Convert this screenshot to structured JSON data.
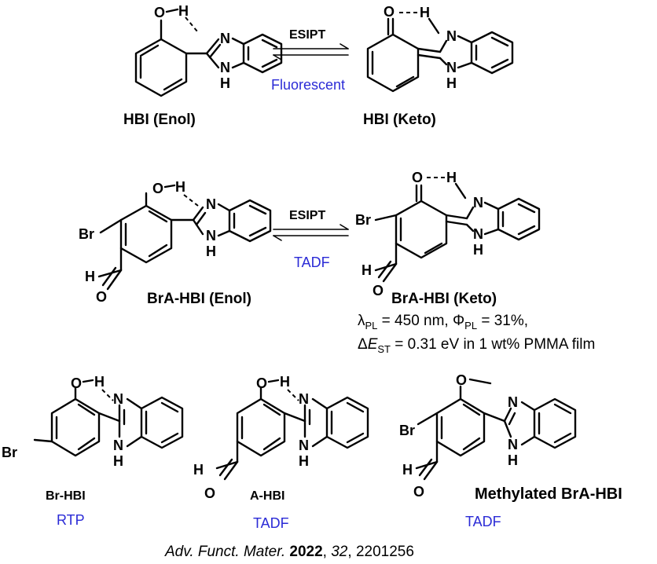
{
  "scheme1": {
    "arrow_label": "ESIPT",
    "arrow_sublabel": "Fluorescent",
    "left_name": "HBI (Enol)",
    "right_name": "HBI (Keto)"
  },
  "scheme2": {
    "arrow_label": "ESIPT",
    "arrow_sublabel": "TADF",
    "left_name": "BrA-HBI (Enol)",
    "right_name": "BrA-HBI (Keto)",
    "prop_line1": "λPL = 450 nm, ΦPL = 31%,",
    "prop_line2": "ΔEST = 0.31 eV in 1 wt% PMMA film"
  },
  "compounds": [
    {
      "name": "Br-HBI",
      "emission": "RTP"
    },
    {
      "name": "A-HBI",
      "emission": "TADF"
    },
    {
      "name": "Methylated BrA-HBI",
      "emission": "TADF"
    }
  ],
  "atoms": {
    "O": "O",
    "H": "H",
    "N": "N",
    "Br": "Br"
  },
  "citation": {
    "journal": "Adv. Funct. Mater.",
    "year": "2022",
    "volume": "32",
    "pages": "2201256"
  },
  "colors": {
    "emission_label": "#2b2bd6",
    "text": "#000000"
  }
}
